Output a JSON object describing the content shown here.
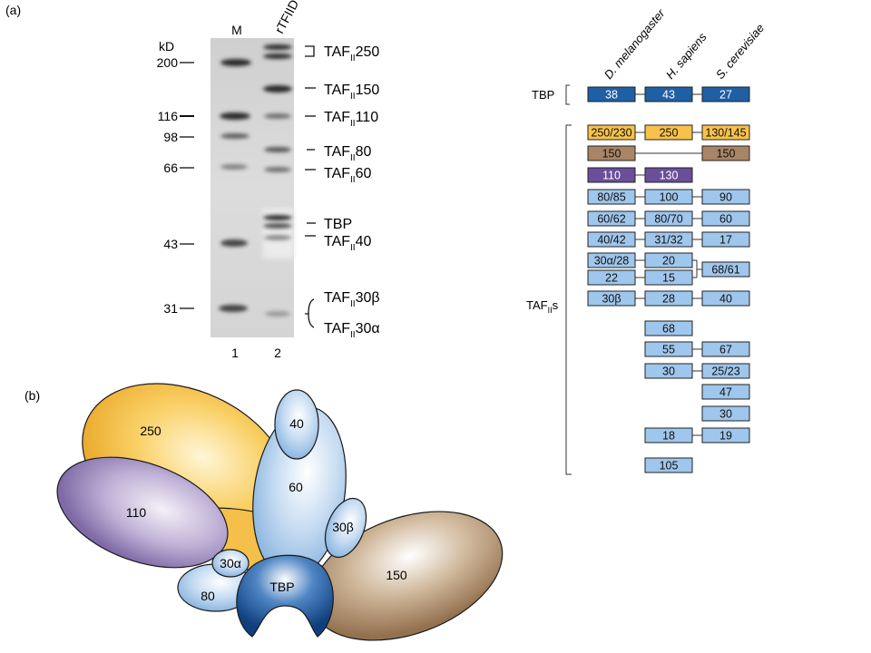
{
  "panel_a": {
    "label": "(a)",
    "kd_label": "kD",
    "lane_headers": [
      "M",
      "rTFIID"
    ],
    "lane_numbers": [
      "1",
      "2"
    ],
    "markers": [
      "200",
      "116",
      "98",
      "66",
      "43",
      "31"
    ],
    "bands": [
      {
        "main": "TAF",
        "sub": "II",
        "num": "250"
      },
      {
        "main": "TAF",
        "sub": "II",
        "num": "150"
      },
      {
        "main": "TAF",
        "sub": "II",
        "num": "110"
      },
      {
        "main": "TAF",
        "sub": "II",
        "num": "80"
      },
      {
        "main": "TAF",
        "sub": "II",
        "num": "60"
      },
      {
        "main": "TBP",
        "sub": "",
        "num": ""
      },
      {
        "main": "TAF",
        "sub": "II",
        "num": "40"
      },
      {
        "main": "TAF",
        "sub": "II",
        "num": "30β"
      },
      {
        "main": "TAF",
        "sub": "II",
        "num": "30α"
      }
    ],
    "species": [
      "D. melanogaster",
      "H. sapiens",
      "S. cerevisiae"
    ],
    "tbp_label": "TBP",
    "tafs_label": {
      "main": "TAF",
      "sub": "II",
      "suffix": "s"
    },
    "tbp_row": [
      "38",
      "43",
      "27"
    ],
    "taf_rows": [
      [
        "250/230",
        "250",
        "130/145"
      ],
      [
        "150",
        "",
        "150"
      ],
      [
        "110",
        "130",
        ""
      ],
      [
        "80/85",
        "100",
        "90"
      ],
      [
        "60/62",
        "80/70",
        "60"
      ],
      [
        "40/42",
        "31/32",
        "17"
      ],
      [
        "30α/28",
        "20",
        "68/61"
      ],
      [
        "22",
        "15",
        ""
      ],
      [
        "30β",
        "28",
        "40"
      ],
      [
        "",
        "68",
        ""
      ],
      [
        "",
        "55",
        "67"
      ],
      [
        "",
        "30",
        "25/23"
      ],
      [
        "",
        "",
        "47"
      ],
      [
        "",
        "",
        "30"
      ],
      [
        "",
        "18",
        "19"
      ],
      [
        "",
        "105",
        ""
      ]
    ]
  },
  "panel_b": {
    "label": "(b)",
    "subunits": [
      "250",
      "110",
      "40",
      "60",
      "30β",
      "30α",
      "80",
      "TBP",
      "150"
    ]
  },
  "colors": {
    "tbp_blue": "#1f5fa3",
    "taf250_yellow": "#f7c24a",
    "taf150_brown": "#a88566",
    "taf110_purple": "#6a4e9a",
    "taf_light_blue": "#9fc6ec"
  }
}
